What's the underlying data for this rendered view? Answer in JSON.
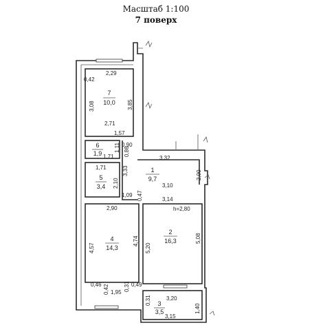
{
  "header": {
    "scale": "Масштаб 1:100",
    "floor": "7 поверх"
  },
  "rooms": [
    {
      "id": "7",
      "number": "7",
      "area": "10,0"
    },
    {
      "id": "6",
      "number": "6",
      "area": "1,9"
    },
    {
      "id": "5",
      "number": "5",
      "area": "3,4"
    },
    {
      "id": "1",
      "number": "1",
      "area": "9,7"
    },
    {
      "id": "4",
      "number": "4",
      "area": "14,3"
    },
    {
      "id": "2",
      "number": "2",
      "area": "16,3"
    },
    {
      "id": "3",
      "number": "3",
      "area": "3,5"
    }
  ],
  "ceiling_height": "h=2,80",
  "dimensions": {
    "r7_top": "2,29",
    "r7_left_small": "0,42",
    "r7_left": "3,08",
    "r7_right": "3,85",
    "r7_bottom": "2,71",
    "r7_below": "1,57",
    "r6_right_top": "0,90",
    "r6_right": "1,11",
    "r6_right2": "0,86",
    "r6_bottom": "1,71",
    "r5_top": "1,71",
    "r5_left": "3,33",
    "r5_right": "2,10",
    "r5_bottom": "1,09",
    "r5_bottom_right": "0,47",
    "r1_top": "3,32",
    "r1_right": "2,00",
    "r1_bottom": "3,10",
    "r4_top": "2,90",
    "r4_left": "4,57",
    "r4_right": "4,74",
    "r4_b1": "0,46",
    "r4_b2": "0,42",
    "r4_b3": "1,95",
    "r4_b4": "0,31",
    "r4_b5": "0,49",
    "r2_top": "3,14",
    "r2_left": "5,20",
    "r2_right": "5,08",
    "r3_left": "0,31",
    "r3_top": "3,20",
    "r3_right": "1,40",
    "r3_bottom": "3,15"
  }
}
